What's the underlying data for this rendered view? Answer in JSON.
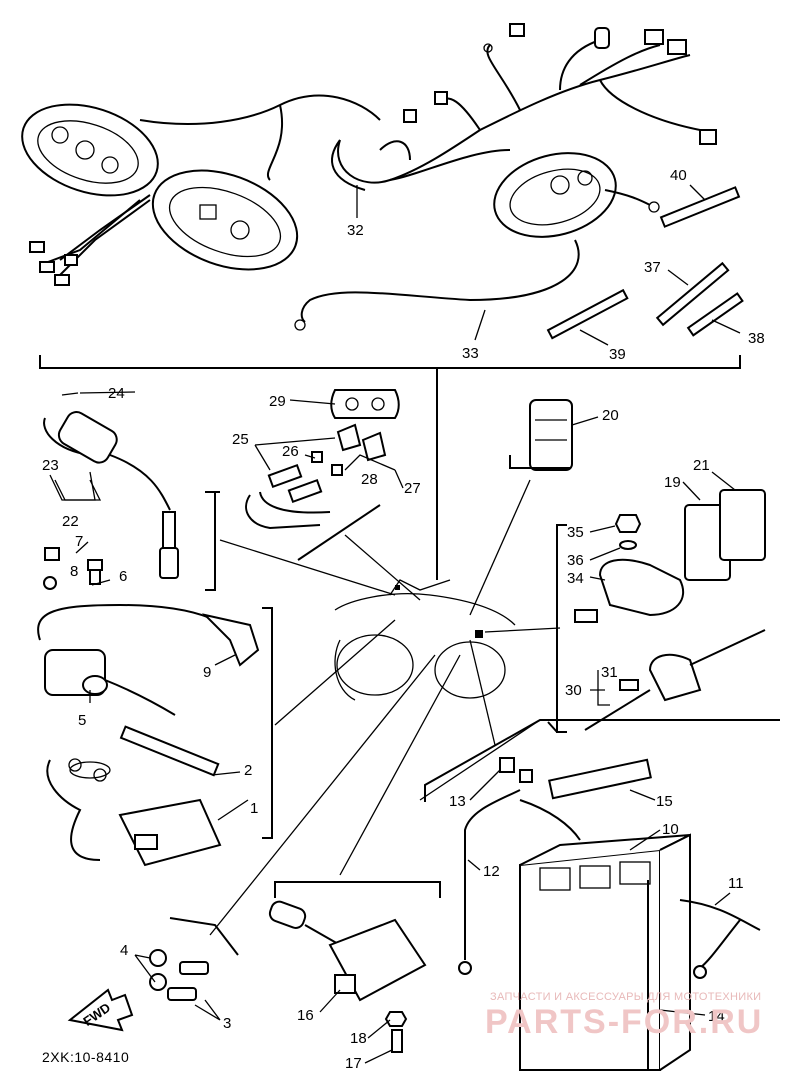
{
  "diagram": {
    "code": "2XK:10-8410",
    "direction_label": "FWD",
    "watermark_top": "ЗАПЧАСТИ И АКСЕССУАРЫ ДЛЯ МОТОТЕХНИКИ",
    "watermark_main": "PARTS-FOR.RU",
    "callouts": [
      {
        "id": "1",
        "text": "1"
      },
      {
        "id": "2",
        "text": "2"
      },
      {
        "id": "3",
        "text": "3"
      },
      {
        "id": "4",
        "text": "4"
      },
      {
        "id": "5",
        "text": "5"
      },
      {
        "id": "6",
        "text": "6"
      },
      {
        "id": "7",
        "text": "7"
      },
      {
        "id": "8",
        "text": "8"
      },
      {
        "id": "9",
        "text": "9"
      },
      {
        "id": "10",
        "text": "10"
      },
      {
        "id": "11",
        "text": "11"
      },
      {
        "id": "12",
        "text": "12"
      },
      {
        "id": "13",
        "text": "13"
      },
      {
        "id": "14",
        "text": "14"
      },
      {
        "id": "15",
        "text": "15"
      },
      {
        "id": "16",
        "text": "16"
      },
      {
        "id": "17",
        "text": "17"
      },
      {
        "id": "18",
        "text": "18"
      },
      {
        "id": "19",
        "text": "19"
      },
      {
        "id": "20",
        "text": "20"
      },
      {
        "id": "21",
        "text": "21"
      },
      {
        "id": "22",
        "text": "22"
      },
      {
        "id": "23",
        "text": "23"
      },
      {
        "id": "24",
        "text": "24"
      },
      {
        "id": "25",
        "text": "25"
      },
      {
        "id": "26",
        "text": "26"
      },
      {
        "id": "27",
        "text": "27"
      },
      {
        "id": "28",
        "text": "28"
      },
      {
        "id": "29",
        "text": "29"
      },
      {
        "id": "30",
        "text": "30"
      },
      {
        "id": "31",
        "text": "31"
      },
      {
        "id": "32",
        "text": "32"
      },
      {
        "id": "33",
        "text": "33"
      },
      {
        "id": "34",
        "text": "34"
      },
      {
        "id": "35",
        "text": "35"
      },
      {
        "id": "36",
        "text": "36"
      },
      {
        "id": "37",
        "text": "37"
      },
      {
        "id": "38",
        "text": "38"
      },
      {
        "id": "39",
        "text": "39"
      },
      {
        "id": "40",
        "text": "40"
      }
    ]
  }
}
